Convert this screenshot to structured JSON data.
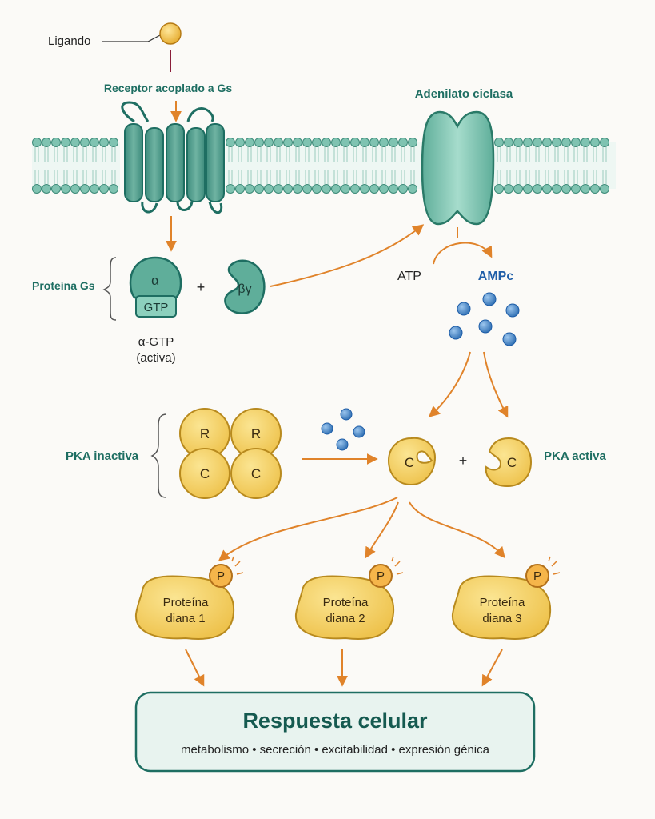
{
  "ligand": {
    "label": "Ligando"
  },
  "receptor": {
    "label": "Receptor acoplado a Gs"
  },
  "cyclase": {
    "label": "Adenilato ciclasa"
  },
  "gprotein": {
    "group_label": "Proteína Gs",
    "alpha": "α",
    "gtp": "GTP",
    "beta_gamma": "βγ",
    "plus": "+",
    "caption_line1": "α-GTP",
    "caption_line2": "(activa)"
  },
  "reaction": {
    "substrate": "ATP",
    "product": "AMPc"
  },
  "pka": {
    "inactive_label": "PKA inactiva",
    "active_label": "PKA activa",
    "r": "R",
    "c": "C",
    "plus": "+"
  },
  "targets": [
    {
      "line1": "Proteína",
      "line2": "diana 1",
      "p": "P"
    },
    {
      "line1": "Proteína",
      "line2": "diana 2",
      "p": "P"
    },
    {
      "line1": "Proteína",
      "line2": "diana 3",
      "p": "P"
    }
  ],
  "response": {
    "title": "Respuesta celular",
    "subtitle": "metabolismo • secreción • excitabilidad • expresión génica"
  },
  "colors": {
    "teal": "#1e6e62",
    "membrane": "#7fc3b1",
    "orange": "#e0832a",
    "gold": "#f2cf5c",
    "camp_blue": "#3e7fc1"
  }
}
